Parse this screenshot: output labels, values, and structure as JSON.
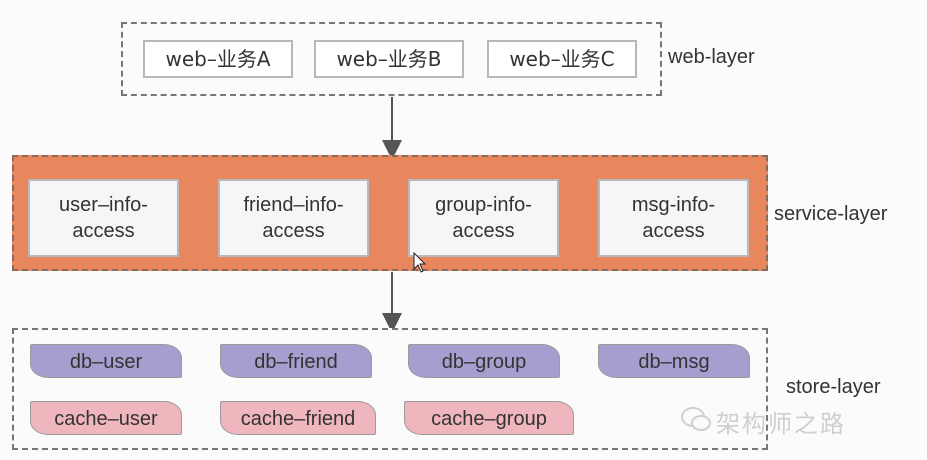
{
  "web_layer": {
    "label": "web-layer",
    "nodes": [
      "web–业务A",
      "web–业务B",
      "web–业务C"
    ]
  },
  "service_layer": {
    "label": "service-layer",
    "nodes": [
      {
        "line1": "user–info-",
        "line2": "access"
      },
      {
        "line1": "friend–info-",
        "line2": "access"
      },
      {
        "line1": "group-info-",
        "line2": "access"
      },
      {
        "line1": "msg-info-",
        "line2": "access"
      }
    ]
  },
  "store_layer": {
    "label": "store-layer",
    "db_nodes": [
      "db–user",
      "db–friend",
      "db–group",
      "db–msg"
    ],
    "cache_nodes": [
      "cache–user",
      "cache–friend",
      "cache–group"
    ]
  },
  "watermark": "架构师之路",
  "colors": {
    "service_fill": "#e8865e",
    "db_fill": "#a49fcf",
    "cache_fill": "#f0b6bd"
  }
}
